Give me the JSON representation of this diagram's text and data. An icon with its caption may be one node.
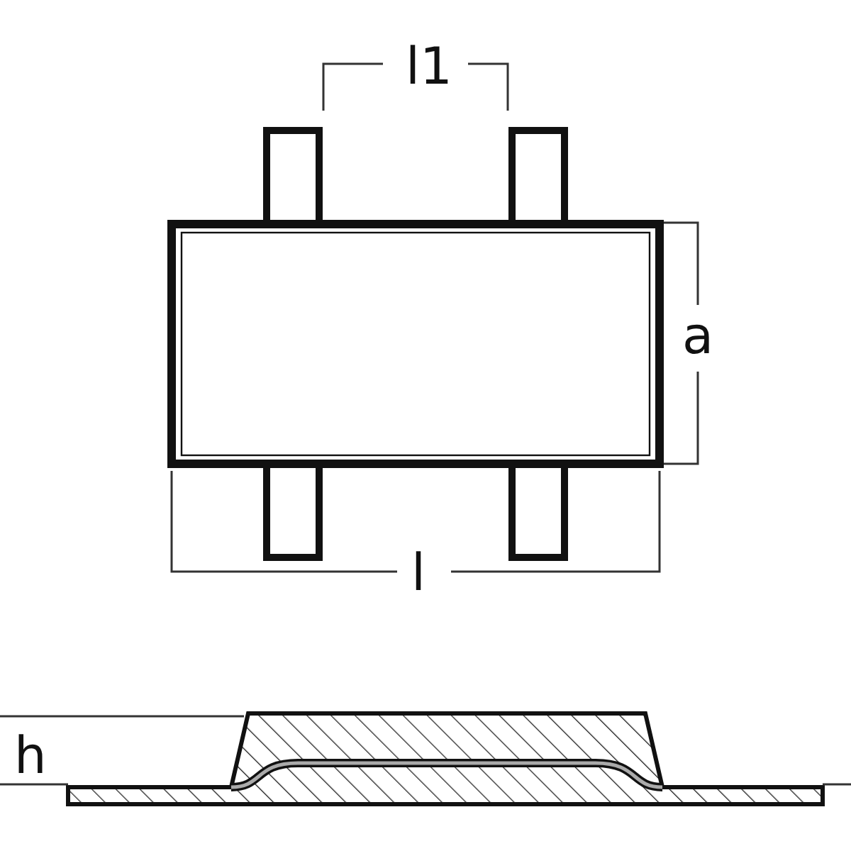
{
  "diagram": {
    "labels": [
      "l1",
      "a",
      "l",
      "h"
    ]
  }
}
